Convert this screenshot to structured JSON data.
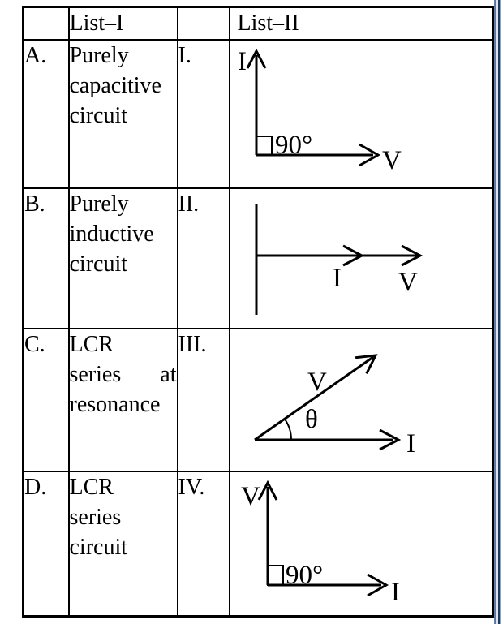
{
  "table": {
    "header": {
      "list_i": "List–I",
      "list_ii": "List–II"
    },
    "rows": [
      {
        "key": "A.",
        "desc_lines": [
          "Purely",
          "capacitive",
          "circuit"
        ],
        "numeral": "I."
      },
      {
        "key": "B.",
        "desc_lines": [
          "Purely",
          "inductive",
          "circuit"
        ],
        "numeral": "II."
      },
      {
        "key": "C.",
        "desc_lines": [
          "LCR",
          "series at",
          "resonance"
        ],
        "numeral": "III."
      },
      {
        "key": "D.",
        "desc_lines": [
          "LCR",
          "series",
          "circuit"
        ],
        "numeral": "IV."
      }
    ]
  },
  "diagrams": {
    "d1": {
      "vertical_label": "I",
      "angle_label": "90°",
      "horizontal_label": "V"
    },
    "d2": {
      "first_arrow_label": "I",
      "second_arrow_label": "V"
    },
    "d3": {
      "slant_label": "V",
      "angle_label": "θ",
      "horizontal_label": "I"
    },
    "d4": {
      "vertical_label": "V",
      "angle_label": "90°",
      "horizontal_label": "I"
    }
  },
  "colors": {
    "table_border": "#000000",
    "page_edge_dark": "#1f3a5f",
    "page_edge_mid": "#51719a",
    "page_edge_light": "#dde4ee",
    "background": "#ffffff"
  }
}
